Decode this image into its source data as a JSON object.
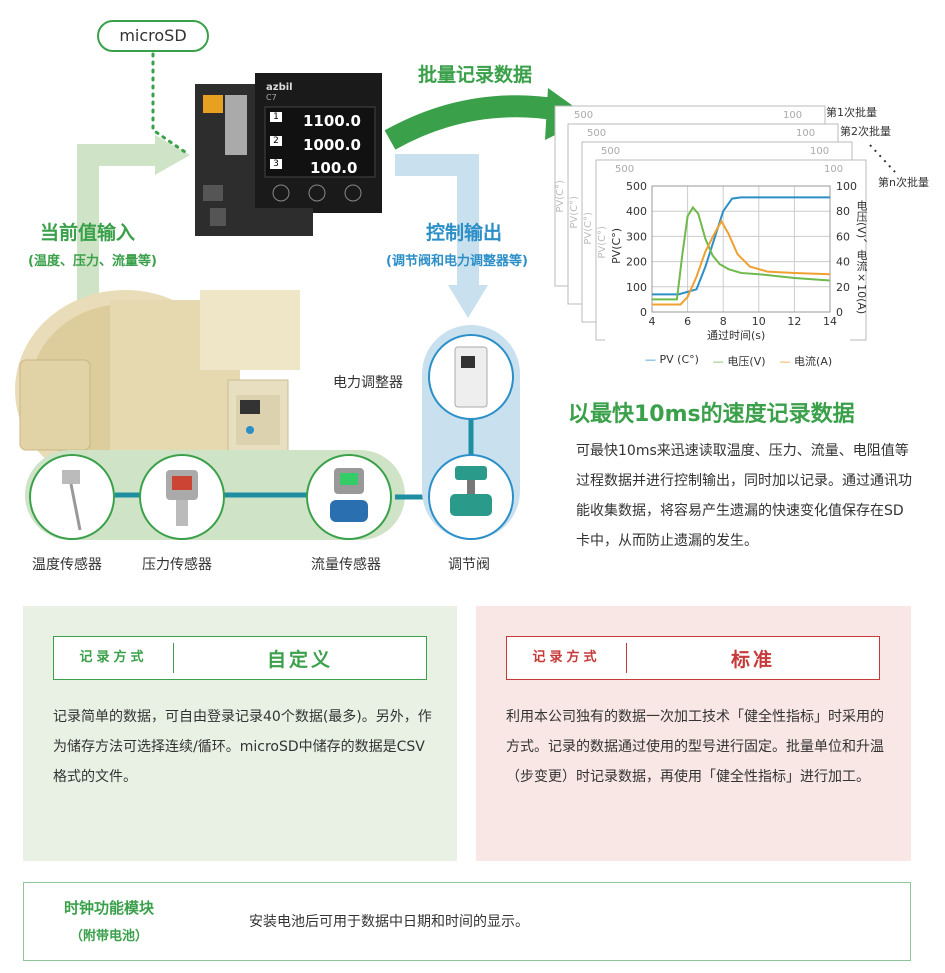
{
  "top": {
    "microsd_label": "microSD",
    "batch_record_title": "批量记录数据",
    "input_title": "当前值输入",
    "input_sub": "(温度、压力、流量等)",
    "output_title": "控制输出",
    "output_sub": "(调节阀和电力调整器等)",
    "sensors": [
      "温度传感器",
      "压力传感器",
      "流量传感器",
      "调节阀"
    ],
    "power_regulator": "电力调整器",
    "controller": {
      "brand": "azbil",
      "model": "C7",
      "readings": [
        {
          "ch": "1",
          "value": "1100.0"
        },
        {
          "ch": "2",
          "value": "1000.0"
        },
        {
          "ch": "3",
          "value": "100.0"
        }
      ]
    },
    "batch_labels": [
      "第1次批量",
      "第2次批量",
      "第n次批量"
    ],
    "bg_chart_ticks": [
      "500",
      "100"
    ],
    "bg_ylabel": "PV(C°)"
  },
  "chart_data": {
    "type": "line",
    "x_label": "通过时间(s)",
    "y_left_label": "PV(C°)",
    "y_right_label": "电压(V)、电流×10(A)",
    "x_ticks": [
      4,
      6,
      8,
      10,
      12,
      14
    ],
    "y_left_ticks": [
      0,
      100,
      200,
      300,
      400,
      500
    ],
    "y_right_ticks": [
      0,
      20,
      40,
      60,
      80,
      100
    ],
    "xlim": [
      4,
      14
    ],
    "ylim_left": [
      0,
      500
    ],
    "ylim_right": [
      0,
      100
    ],
    "series": [
      {
        "name": "PV (C°)",
        "color": "#2c8fc8",
        "axis": "left",
        "x": [
          4,
          5.5,
          6.5,
          7.0,
          7.5,
          8.0,
          8.5,
          9,
          10,
          12,
          14
        ],
        "y": [
          70,
          70,
          90,
          180,
          290,
          400,
          450,
          455,
          455,
          455,
          455
        ]
      },
      {
        "name": "电压(V)",
        "color": "#6fba4d",
        "axis": "right",
        "x": [
          4,
          5.4,
          5.7,
          6.0,
          6.3,
          6.6,
          7.0,
          7.4,
          7.8,
          8.3,
          9,
          10,
          12,
          14
        ],
        "y": [
          10,
          10,
          45,
          76,
          83,
          78,
          58,
          45,
          38,
          34,
          31,
          30,
          27,
          25
        ]
      },
      {
        "name": "电流(A)",
        "color": "#f0a030",
        "axis": "right",
        "x": [
          4,
          5.6,
          6.0,
          6.5,
          7.0,
          7.5,
          7.9,
          8.3,
          8.8,
          9.5,
          10.5,
          12,
          14
        ],
        "y": [
          6,
          6,
          12,
          28,
          48,
          62,
          72,
          62,
          46,
          36,
          32,
          31,
          30
        ]
      }
    ]
  },
  "description": {
    "title": "以最快10ms的速度记录数据",
    "body": "可最快10ms来迅速读取温度、压力、流量、电阻值等过程数据并进行控制输出，同时加以记录。通过通讯功能收集数据，将容易产生遗漏的快速变化值保存在SD卡中，从而防止遗漏的发生。"
  },
  "left_box": {
    "label": "记录方式",
    "value": "自定义",
    "text": "记录简单的数据，可自由登录记录40个数据(最多)。另外，作为储存方法可选择连续/循环。microSD中储存的数据是CSV格式的文件。"
  },
  "right_box": {
    "label": "记录方式",
    "value": "标准",
    "text": "利用本公司独有的数据一次加工技术「健全性指标」时采用的方式。记录的数据通过使用的型号进行固定。批量单位和升温（步变更）时记录数据，再使用「健全性指标」进行加工。"
  },
  "clock": {
    "title": "时钟功能模块",
    "sub": "（附带电池）",
    "text": "安装电池后可用于数据中日期和时间的显示。"
  }
}
